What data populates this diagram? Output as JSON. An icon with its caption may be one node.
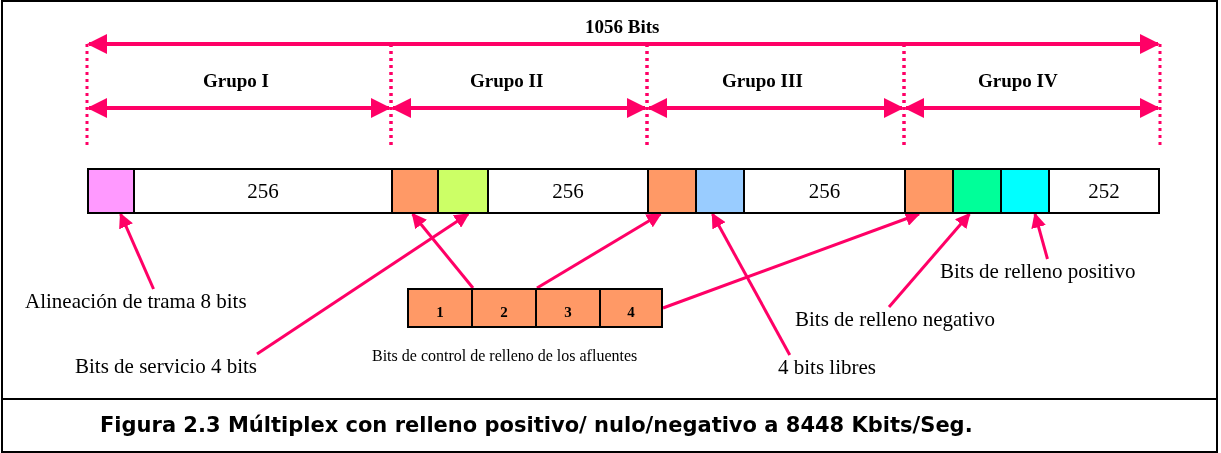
{
  "diagram": {
    "caption": "Figura 2.3 Múltiplex con relleno positivo/ nulo/negativo a 8448 Kbits/Seg.",
    "nodes": [
      {
        "text": [],
        "shape": "box"
      },
      {
        "text": [
          "256"
        ]
      },
      {
        "text": [],
        "shape": "box"
      },
      {
        "text": [],
        "shape": "box"
      },
      {
        "text": [
          "256"
        ]
      },
      {
        "text": [],
        "shape": "box"
      },
      {
        "text": [],
        "shape": "box"
      },
      {
        "text": [
          "256"
        ]
      },
      {
        "text": [],
        "shape": "box"
      },
      {
        "text": [],
        "shape": "box"
      },
      {
        "text": [],
        "shape": "box"
      },
      {
        "text": [
          "252"
        ]
      },
      {
        "text": [
          "1"
        ]
      },
      {
        "text": [
          "2"
        ]
      },
      {
        "text": [
          "3"
        ]
      },
      {
        "text": [
          "4"
        ]
      },
      {
        "text": [
          "Alineación de trama 8 bits"
        ]
      },
      {
        "text": [
          "Bits de servicio 4 bits"
        ]
      },
      {
        "text": [
          "4 bits libres"
        ]
      },
      {
        "text": [
          "Bits de relleno negativo"
        ]
      },
      {
        "text": [
          "Bits de relleno positivo"
        ]
      }
    ],
    "edges": [
      {
        "from": 16,
        "to": 0,
        "arrow": "to"
      },
      {
        "from": 17,
        "to": 3,
        "arrow": "to"
      },
      {
        "from": 12,
        "to": 2,
        "arrow": "to"
      },
      {
        "from": 13,
        "to": 5,
        "arrow": "to"
      },
      {
        "from": 15,
        "to": 8,
        "arrow": "to"
      },
      {
        "from": 18,
        "to": 6,
        "arrow": "to"
      },
      {
        "from": 19,
        "to": 9,
        "arrow": "to"
      },
      {
        "from": 20,
        "to": 10,
        "arrow": "to"
      }
    ],
    "labels": [
      "1056 Bits",
      "Grupo I",
      "Grupo II",
      "Grupo III",
      "Grupo IV",
      "Bits de control de relleno de los afluentes"
    ]
  }
}
